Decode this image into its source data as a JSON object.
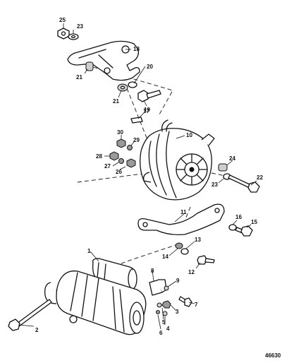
{
  "callouts": {
    "c1": "1",
    "c2": "2",
    "c3": "3",
    "c4": "4",
    "c5": "5",
    "c6": "6",
    "c7": "7",
    "c8": "8",
    "c9": "9",
    "c10": "10",
    "c11": "11",
    "c12": "12",
    "c13": "13",
    "c14": "14",
    "c15": "15",
    "c16": "16",
    "c17": "17",
    "c18": "18",
    "c19": "19",
    "c20": "20",
    "c21a": "21",
    "c21b": "21",
    "c22": "22",
    "c23a": "23",
    "c23b": "23",
    "c24": "24",
    "c25": "25",
    "c26": "26",
    "c27": "27",
    "c28": "28",
    "c29": "29",
    "c30": "30"
  },
  "reference_number": "46630"
}
